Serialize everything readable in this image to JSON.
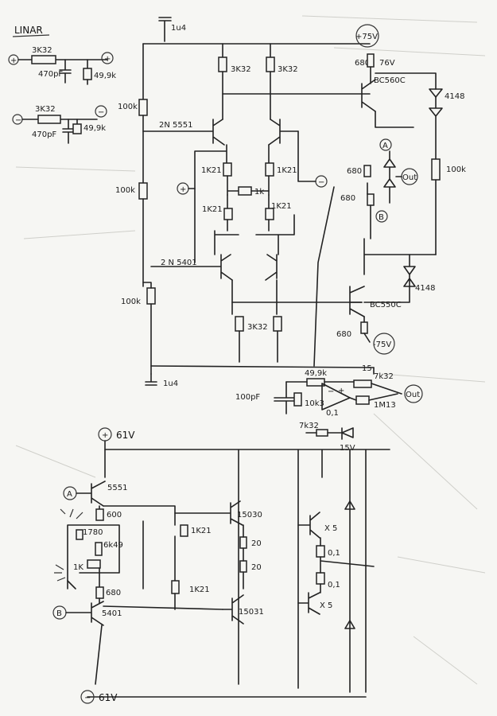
{
  "linar": {
    "title": "LINAR",
    "top_r": "3K32",
    "top_c": "470pF",
    "top_r2": "49,9k",
    "bot_r": "3K32",
    "bot_c": "470pF",
    "bot_r2": "49,9k"
  },
  "top_circuit": {
    "cap_top": "1u4",
    "v_pos": "+75V",
    "r_3k32_a": "3K32",
    "r_3k32_b": "3K32",
    "r_680_top": "680",
    "v_76": "76V",
    "q_bc560": "BC560C",
    "d_4148_top": "4148",
    "r_100k_1": "100k",
    "q_2n5551": "2N 5551",
    "r_100k_2": "100k",
    "r_1k21_a": "1K21",
    "r_1k21_b": "1K21",
    "r_1k": "1k",
    "r_1k21_c": "1K21",
    "r_1k21_d": "1K21",
    "plus": "+",
    "minus": "−",
    "node_a": "A",
    "node_b": "B",
    "out": "Out",
    "r_680_a": "680",
    "r_680_b": "680",
    "r_100k_right": "100k",
    "q_2n5401": "2 N 5401",
    "r_100k_3": "100k",
    "r_3k32_c": "3K32",
    "q_bc550": "BC550C",
    "d_4148_bot": "4148",
    "r_680_bot": "680",
    "v_neg": "-75V",
    "cap_bot": "1u4",
    "r_49k9": "49,9k",
    "r_7k32_a": "7k32",
    "r_100pf": "100pF",
    "r_10k3": "10k3",
    "opamp_minus": "−",
    "opamp_plus": "+",
    "c_01": "0,1",
    "r_1m13": "1M13",
    "out2": "Out",
    "r_7k32_b": "7k32",
    "v_15": "15V",
    "r_15": "15"
  },
  "bottom_circuit": {
    "v_pos": "61V",
    "node_a": "A",
    "q_5551": "5551",
    "r_600": "600",
    "r_1780": "1780",
    "r_1k": "1K",
    "r_6k49": "6k49",
    "r_680": "680",
    "node_b": "B",
    "q_5401": "5401",
    "r_1k21_a": "1K21",
    "r_1k21_b": "1K21",
    "q_15030": "15030",
    "q_15031": "15031",
    "r_20_a": "20",
    "r_20_b": "20",
    "r_01_a": "0,1",
    "r_01_b": "0,1",
    "x5_a": "X 5",
    "x5_b": "X 5",
    "v_neg": "61V"
  }
}
